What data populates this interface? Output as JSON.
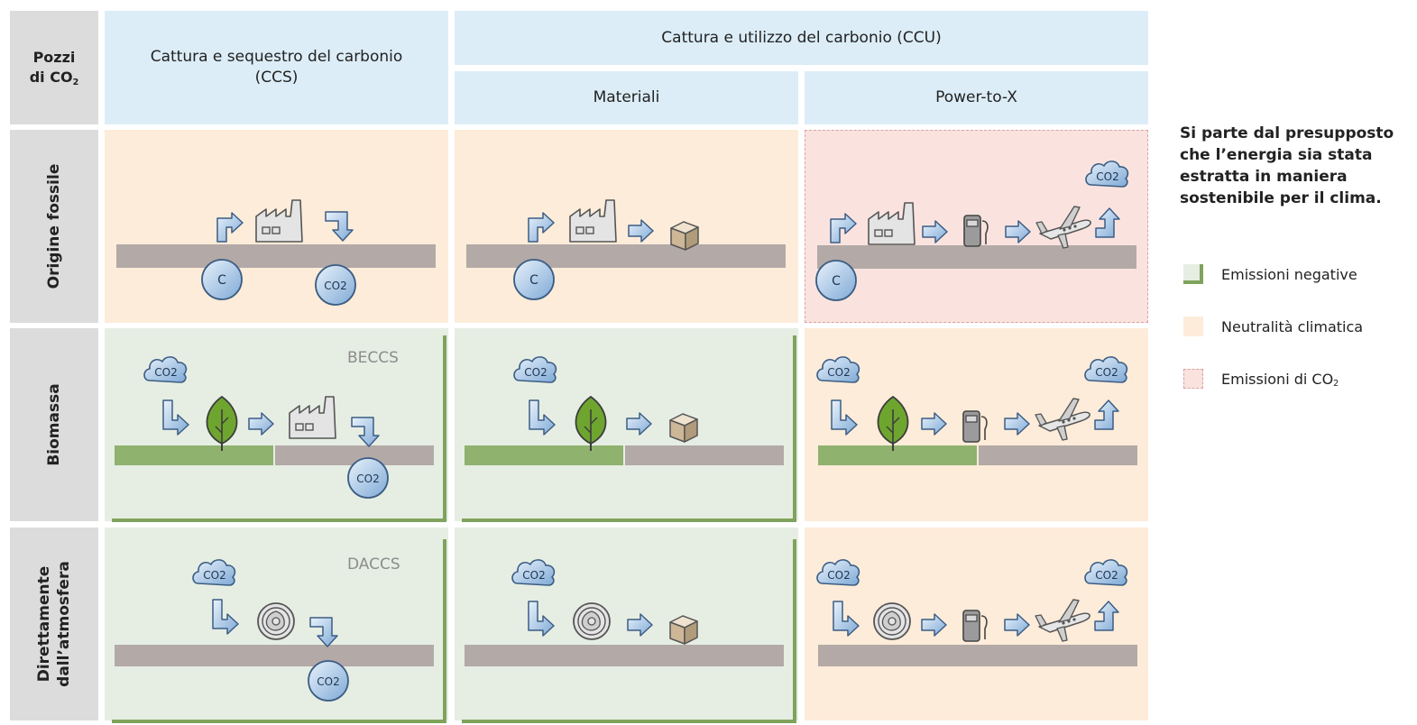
{
  "corner": {
    "line1": "Pozzi",
    "line2_pre": "di CO",
    "line2_sub": "2"
  },
  "columns": {
    "ccs": {
      "line1": "Cattura e sequestro del carbonio",
      "line2": "(CCS)"
    },
    "ccu": "Cattura e utilizzo del carbonio (CCU)",
    "materials": "Materiali",
    "power": "Power-to-X"
  },
  "rows": {
    "fossil": "Origine fossile",
    "biomass": "Biomassa",
    "direct": {
      "line1": "Direttamente",
      "line2": "dall’atmosfera"
    }
  },
  "tags": {
    "beccs": "BECCS",
    "daccs": "DACCS"
  },
  "icon_labels": {
    "carbon": "C",
    "co2": "CO2"
  },
  "legend": {
    "note": "Si parte dal presupposto che l’energia sia stata estratta in maniera sostenibile per il clima.",
    "items": [
      {
        "label": "Emissioni negative",
        "kind": "negative"
      },
      {
        "label": "Neutralità climatica",
        "kind": "neutral"
      },
      {
        "label_pre": "Emissioni di CO",
        "label_sub": "2",
        "kind": "emissions"
      }
    ]
  },
  "colors": {
    "header_blue": "#dcedf7",
    "row_header_grey": "#dcdcdc",
    "negative_green": "#e6eee3",
    "neutral_peach": "#fdecd9",
    "emissions_pink": "#fae3df",
    "bracket_green": "#7fa35c",
    "ground_grey": "#b3a9a6",
    "ground_green": "#8fb26f",
    "icon_blue": "#a9c9e6"
  }
}
